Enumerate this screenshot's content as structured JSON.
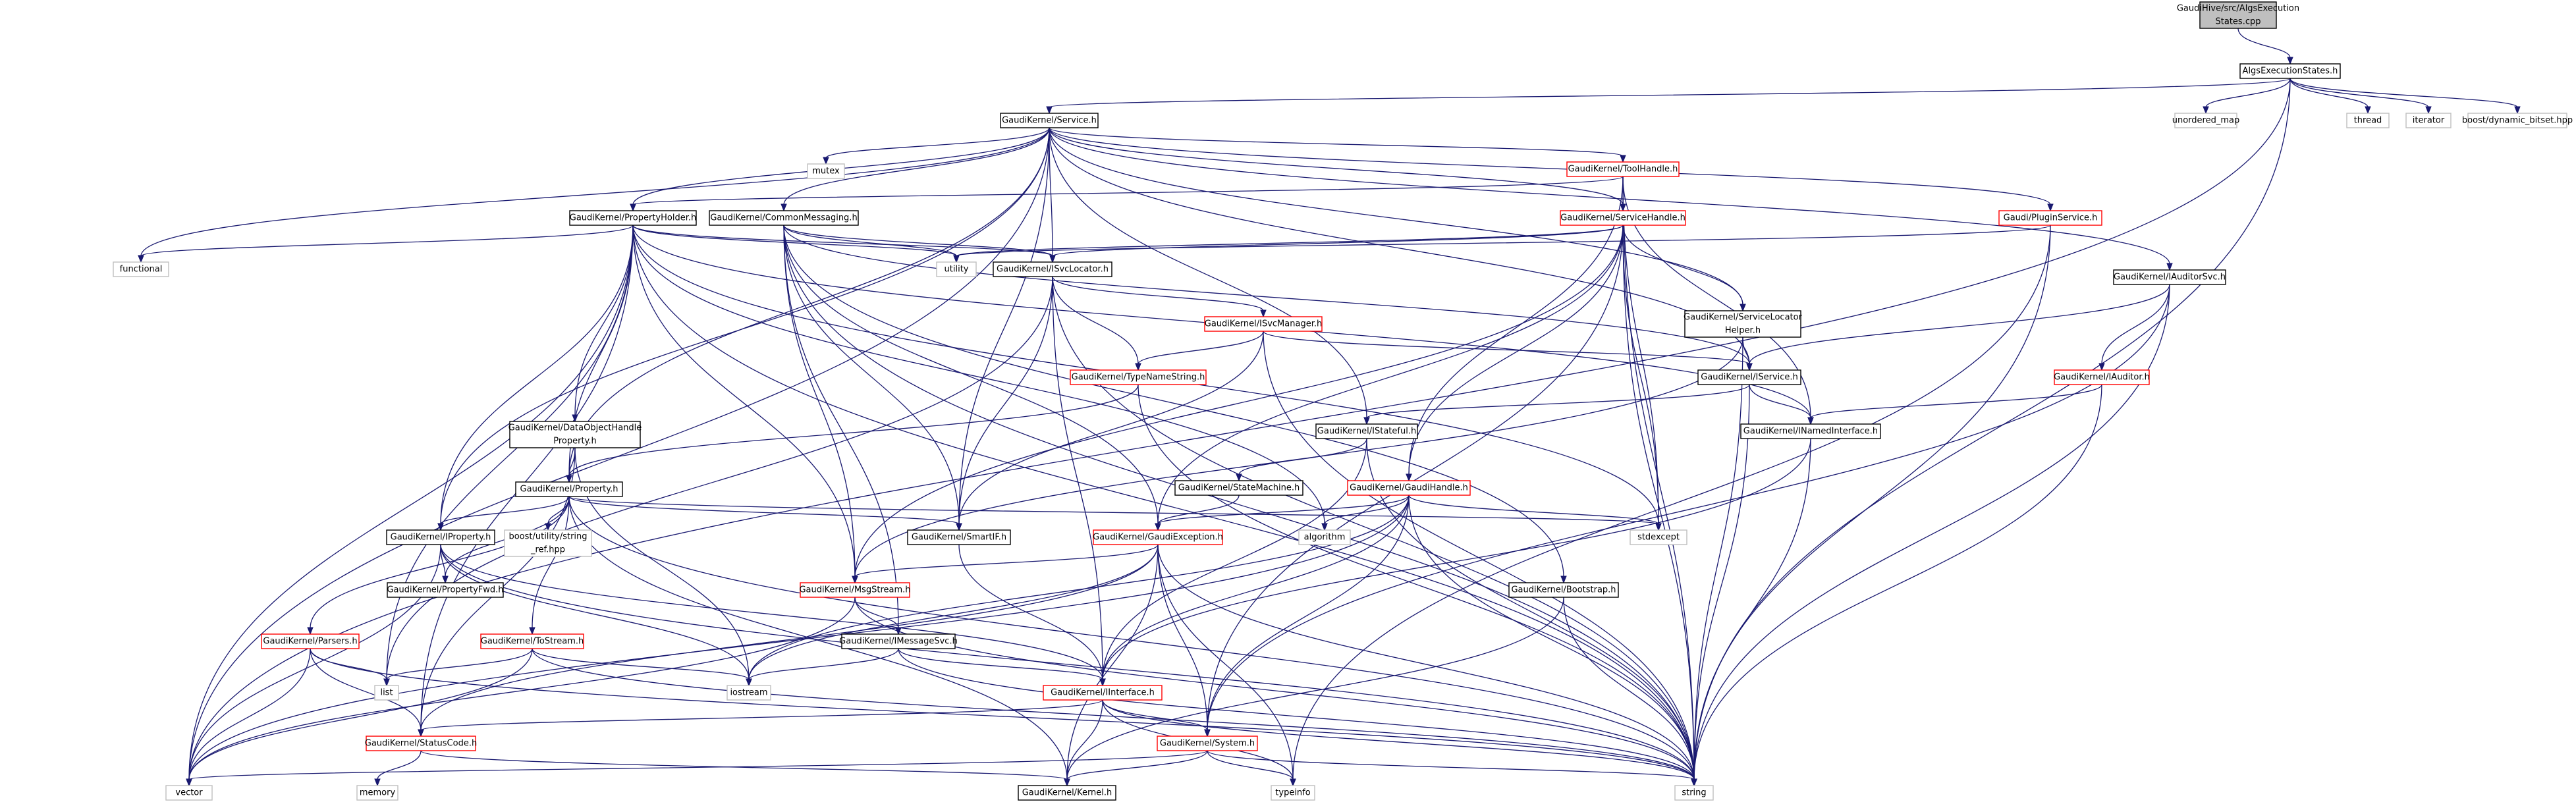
{
  "colors": {
    "edge": "#191970",
    "root_fill": "#bfbfbf",
    "node_fill": "#ffffff",
    "stroke_black": "#000000",
    "stroke_red": "#ff0000",
    "stroke_gray": "#bfbfbf",
    "text": "#000000"
  },
  "nodes": [
    {
      "id": "root",
      "lines": [
        "GaudiHive/src/AlgsExecution",
        "States.cpp"
      ],
      "style": "root"
    },
    {
      "id": "algsexec",
      "lines": [
        "AlgsExecutionStates.h"
      ],
      "style": "black"
    },
    {
      "id": "service",
      "lines": [
        "GaudiKernel/Service.h"
      ],
      "style": "black"
    },
    {
      "id": "unordered_map",
      "lines": [
        "unordered_map"
      ],
      "style": "gray"
    },
    {
      "id": "thread",
      "lines": [
        "thread"
      ],
      "style": "gray"
    },
    {
      "id": "iterator",
      "lines": [
        "iterator"
      ],
      "style": "gray"
    },
    {
      "id": "dynbitset",
      "lines": [
        "boost/dynamic_bitset.hpp"
      ],
      "style": "gray"
    },
    {
      "id": "mutex",
      "lines": [
        "mutex"
      ],
      "style": "gray"
    },
    {
      "id": "toolhandle",
      "lines": [
        "GaudiKernel/ToolHandle.h"
      ],
      "style": "red"
    },
    {
      "id": "propholder",
      "lines": [
        "GaudiKernel/PropertyHolder.h"
      ],
      "style": "black"
    },
    {
      "id": "commonmsg",
      "lines": [
        "GaudiKernel/CommonMessaging.h"
      ],
      "style": "black"
    },
    {
      "id": "servicehandle",
      "lines": [
        "GaudiKernel/ServiceHandle.h"
      ],
      "style": "red"
    },
    {
      "id": "pluginservice",
      "lines": [
        "Gaudi/PluginService.h"
      ],
      "style": "red"
    },
    {
      "id": "functional",
      "lines": [
        "functional"
      ],
      "style": "gray"
    },
    {
      "id": "utility",
      "lines": [
        "utility"
      ],
      "style": "gray"
    },
    {
      "id": "isvclocator",
      "lines": [
        "GaudiKernel/ISvcLocator.h"
      ],
      "style": "black"
    },
    {
      "id": "iauditorsvc",
      "lines": [
        "GaudiKernel/IAuditorSvc.h"
      ],
      "style": "black"
    },
    {
      "id": "isvcmanager",
      "lines": [
        "GaudiKernel/ISvcManager.h"
      ],
      "style": "red"
    },
    {
      "id": "servicelocatorhelper",
      "lines": [
        "GaudiKernel/ServiceLocator",
        "Helper.h"
      ],
      "style": "black"
    },
    {
      "id": "typenamestring",
      "lines": [
        "GaudiKernel/TypeNameString.h"
      ],
      "style": "red"
    },
    {
      "id": "iservice",
      "lines": [
        "GaudiKernel/IService.h"
      ],
      "style": "black"
    },
    {
      "id": "iauditor",
      "lines": [
        "GaudiKernel/IAuditor.h"
      ],
      "style": "red"
    },
    {
      "id": "dataobjecthandleproperty",
      "lines": [
        "GaudiKernel/DataObjectHandle",
        "Property.h"
      ],
      "style": "black"
    },
    {
      "id": "istateful",
      "lines": [
        "GaudiKernel/IStateful.h"
      ],
      "style": "black"
    },
    {
      "id": "inamedinterface",
      "lines": [
        "GaudiKernel/INamedInterface.h"
      ],
      "style": "black"
    },
    {
      "id": "property",
      "lines": [
        "GaudiKernel/Property.h"
      ],
      "style": "black"
    },
    {
      "id": "statemachine",
      "lines": [
        "GaudiKernel/StateMachine.h"
      ],
      "style": "black"
    },
    {
      "id": "gaudihandle",
      "lines": [
        "GaudiKernel/GaudiHandle.h"
      ],
      "style": "red"
    },
    {
      "id": "stdexcept",
      "lines": [
        "stdexcept"
      ],
      "style": "gray"
    },
    {
      "id": "iproperty",
      "lines": [
        "GaudiKernel/IProperty.h"
      ],
      "style": "black"
    },
    {
      "id": "boostutility",
      "lines": [
        "boost/utility/string",
        "_ref.hpp"
      ],
      "style": "gray"
    },
    {
      "id": "smartif",
      "lines": [
        "GaudiKernel/SmartIF.h"
      ],
      "style": "black"
    },
    {
      "id": "algorithm",
      "lines": [
        "algorithm"
      ],
      "style": "gray"
    },
    {
      "id": "gaudiexception",
      "lines": [
        "GaudiKernel/GaudiException.h"
      ],
      "style": "red"
    },
    {
      "id": "propertyfwd",
      "lines": [
        "GaudiKernel/PropertyFwd.h"
      ],
      "style": "black"
    },
    {
      "id": "msgstream",
      "lines": [
        "GaudiKernel/MsgStream.h"
      ],
      "style": "red"
    },
    {
      "id": "bootstrap",
      "lines": [
        "GaudiKernel/Bootstrap.h"
      ],
      "style": "black"
    },
    {
      "id": "parsers",
      "lines": [
        "GaudiKernel/Parsers.h"
      ],
      "style": "red"
    },
    {
      "id": "tostream",
      "lines": [
        "GaudiKernel/ToStream.h"
      ],
      "style": "red"
    },
    {
      "id": "imessagesvc",
      "lines": [
        "GaudiKernel/IMessageSvc.h"
      ],
      "style": "black"
    },
    {
      "id": "list",
      "lines": [
        "list"
      ],
      "style": "gray"
    },
    {
      "id": "iostream",
      "lines": [
        "iostream"
      ],
      "style": "gray"
    },
    {
      "id": "iinterface",
      "lines": [
        "GaudiKernel/IInterface.h"
      ],
      "style": "red"
    },
    {
      "id": "statuscode",
      "lines": [
        "GaudiKernel/StatusCode.h"
      ],
      "style": "red"
    },
    {
      "id": "system",
      "lines": [
        "GaudiKernel/System.h"
      ],
      "style": "red"
    },
    {
      "id": "vector",
      "lines": [
        "vector"
      ],
      "style": "gray"
    },
    {
      "id": "memory",
      "lines": [
        "memory"
      ],
      "style": "gray"
    },
    {
      "id": "kernel",
      "lines": [
        "GaudiKernel/Kernel.h"
      ],
      "style": "black"
    },
    {
      "id": "typeinfo",
      "lines": [
        "typeinfo"
      ],
      "style": "gray"
    },
    {
      "id": "string",
      "lines": [
        "string"
      ],
      "style": "gray"
    }
  ],
  "edges": [
    [
      "root",
      "algsexec"
    ],
    [
      "algsexec",
      "service"
    ],
    [
      "algsexec",
      "unordered_map"
    ],
    [
      "algsexec",
      "thread"
    ],
    [
      "algsexec",
      "iterator"
    ],
    [
      "algsexec",
      "dynbitset"
    ],
    [
      "algsexec",
      "vector"
    ],
    [
      "algsexec",
      "string"
    ],
    [
      "service",
      "mutex"
    ],
    [
      "service",
      "toolhandle"
    ],
    [
      "service",
      "propholder"
    ],
    [
      "service",
      "commonmsg"
    ],
    [
      "service",
      "servicehandle"
    ],
    [
      "service",
      "pluginservice"
    ],
    [
      "service",
      "functional"
    ],
    [
      "service",
      "isvclocator"
    ],
    [
      "service",
      "iauditorsvc"
    ],
    [
      "service",
      "servicelocatorhelper"
    ],
    [
      "service",
      "iservice"
    ],
    [
      "service",
      "istateful"
    ],
    [
      "service",
      "property"
    ],
    [
      "service",
      "iproperty"
    ],
    [
      "service",
      "smartif"
    ],
    [
      "service",
      "vector"
    ],
    [
      "toolhandle",
      "propholder"
    ],
    [
      "toolhandle",
      "servicehandle"
    ],
    [
      "toolhandle",
      "gaudihandle"
    ],
    [
      "toolhandle",
      "inamedinterface"
    ],
    [
      "toolhandle",
      "stdexcept"
    ],
    [
      "toolhandle",
      "string"
    ],
    [
      "propholder",
      "functional"
    ],
    [
      "propholder",
      "utility"
    ],
    [
      "propholder",
      "isvclocator"
    ],
    [
      "propholder",
      "property"
    ],
    [
      "propholder",
      "iproperty"
    ],
    [
      "propholder",
      "dataobjecthandleproperty"
    ],
    [
      "propholder",
      "msgstream"
    ],
    [
      "propholder",
      "inamedinterface"
    ],
    [
      "propholder",
      "statuscode"
    ],
    [
      "propholder",
      "algorithm"
    ],
    [
      "propholder",
      "stdexcept"
    ],
    [
      "propholder",
      "list"
    ],
    [
      "propholder",
      "vector"
    ],
    [
      "propholder",
      "string"
    ],
    [
      "commonmsg",
      "utility"
    ],
    [
      "commonmsg",
      "isvclocator"
    ],
    [
      "commonmsg",
      "imessagesvc"
    ],
    [
      "commonmsg",
      "msgstream"
    ],
    [
      "commonmsg",
      "smartif"
    ],
    [
      "commonmsg",
      "gaudiexception"
    ],
    [
      "commonmsg",
      "iservice"
    ],
    [
      "commonmsg",
      "bootstrap"
    ],
    [
      "commonmsg",
      "string"
    ],
    [
      "servicehandle",
      "utility"
    ],
    [
      "servicehandle",
      "isvclocator"
    ],
    [
      "servicehandle",
      "servicelocatorhelper"
    ],
    [
      "servicehandle",
      "gaudihandle"
    ],
    [
      "servicehandle",
      "gaudiexception"
    ],
    [
      "servicehandle",
      "msgstream"
    ],
    [
      "servicehandle",
      "system"
    ],
    [
      "servicehandle",
      "stdexcept"
    ],
    [
      "servicehandle",
      "string"
    ],
    [
      "pluginservice",
      "utility"
    ],
    [
      "pluginservice",
      "typeinfo"
    ],
    [
      "pluginservice",
      "string"
    ],
    [
      "isvclocator",
      "isvcmanager"
    ],
    [
      "isvclocator",
      "typenamestring"
    ],
    [
      "isvclocator",
      "smartif"
    ],
    [
      "isvclocator",
      "iinterface"
    ],
    [
      "isvclocator",
      "string"
    ],
    [
      "isvclocator",
      "list"
    ],
    [
      "isvcmanager",
      "iservice"
    ],
    [
      "isvcmanager",
      "typenamestring"
    ],
    [
      "isvcmanager",
      "smartif"
    ],
    [
      "isvcmanager",
      "string"
    ],
    [
      "servicelocatorhelper",
      "iservice"
    ],
    [
      "servicelocatorhelper",
      "msgstream"
    ],
    [
      "servicelocatorhelper",
      "string"
    ],
    [
      "typenamestring",
      "property"
    ],
    [
      "typenamestring",
      "string"
    ],
    [
      "iauditorsvc",
      "iservice"
    ],
    [
      "iauditorsvc",
      "iauditor"
    ],
    [
      "iauditorsvc",
      "system"
    ],
    [
      "iauditorsvc",
      "string"
    ],
    [
      "iauditor",
      "inamedinterface"
    ],
    [
      "iauditor",
      "string"
    ],
    [
      "iservice",
      "istateful"
    ],
    [
      "iservice",
      "inamedinterface"
    ],
    [
      "iservice",
      "string"
    ],
    [
      "istateful",
      "statemachine"
    ],
    [
      "istateful",
      "iinterface"
    ],
    [
      "istateful",
      "string"
    ],
    [
      "inamedinterface",
      "iinterface"
    ],
    [
      "inamedinterface",
      "string"
    ],
    [
      "dataobjecthandleproperty",
      "property"
    ],
    [
      "dataobjecthandleproperty",
      "statuscode"
    ],
    [
      "dataobjecthandleproperty",
      "iostream"
    ],
    [
      "property",
      "iproperty"
    ],
    [
      "property",
      "propertyfwd"
    ],
    [
      "property",
      "boostutility"
    ],
    [
      "property",
      "smartif"
    ],
    [
      "property",
      "parsers"
    ],
    [
      "property",
      "tostream"
    ],
    [
      "property",
      "kernel"
    ],
    [
      "property",
      "stdexcept"
    ],
    [
      "property",
      "string"
    ],
    [
      "statemachine",
      "gaudiexception"
    ],
    [
      "gaudihandle",
      "gaudiexception"
    ],
    [
      "gaudihandle",
      "iinterface"
    ],
    [
      "gaudihandle",
      "system"
    ],
    [
      "gaudihandle",
      "algorithm"
    ],
    [
      "gaudihandle",
      "iostream"
    ],
    [
      "gaudihandle",
      "stdexcept"
    ],
    [
      "gaudihandle",
      "string"
    ],
    [
      "gaudihandle",
      "vector"
    ],
    [
      "iproperty",
      "propertyfwd"
    ],
    [
      "iproperty",
      "iinterface"
    ],
    [
      "iproperty",
      "iostream"
    ],
    [
      "iproperty",
      "string"
    ],
    [
      "iproperty",
      "vector"
    ],
    [
      "smartif",
      "iinterface"
    ],
    [
      "gaudiexception",
      "msgstream"
    ],
    [
      "gaudiexception",
      "system"
    ],
    [
      "gaudiexception",
      "kernel"
    ],
    [
      "gaudiexception",
      "statuscode"
    ],
    [
      "gaudiexception",
      "iostream"
    ],
    [
      "gaudiexception",
      "string"
    ],
    [
      "gaudiexception",
      "typeinfo"
    ],
    [
      "msgstream",
      "imessagesvc"
    ],
    [
      "msgstream",
      "vector"
    ],
    [
      "msgstream",
      "string"
    ],
    [
      "bootstrap",
      "kernel"
    ],
    [
      "bootstrap",
      "string"
    ],
    [
      "parsers",
      "statuscode"
    ],
    [
      "parsers",
      "list"
    ],
    [
      "parsers",
      "vector"
    ],
    [
      "parsers",
      "string"
    ],
    [
      "tostream",
      "iostream"
    ],
    [
      "tostream",
      "list"
    ],
    [
      "tostream",
      "vector"
    ],
    [
      "tostream",
      "string"
    ],
    [
      "imessagesvc",
      "iinterface"
    ],
    [
      "imessagesvc",
      "iostream"
    ],
    [
      "imessagesvc",
      "string"
    ],
    [
      "iinterface",
      "statuscode"
    ],
    [
      "iinterface",
      "system"
    ],
    [
      "iinterface",
      "kernel"
    ],
    [
      "iinterface",
      "typeinfo"
    ],
    [
      "iinterface",
      "string"
    ],
    [
      "statuscode",
      "kernel"
    ],
    [
      "statuscode",
      "memory"
    ],
    [
      "system",
      "kernel"
    ],
    [
      "system",
      "typeinfo"
    ],
    [
      "system",
      "vector"
    ],
    [
      "system",
      "string"
    ]
  ]
}
